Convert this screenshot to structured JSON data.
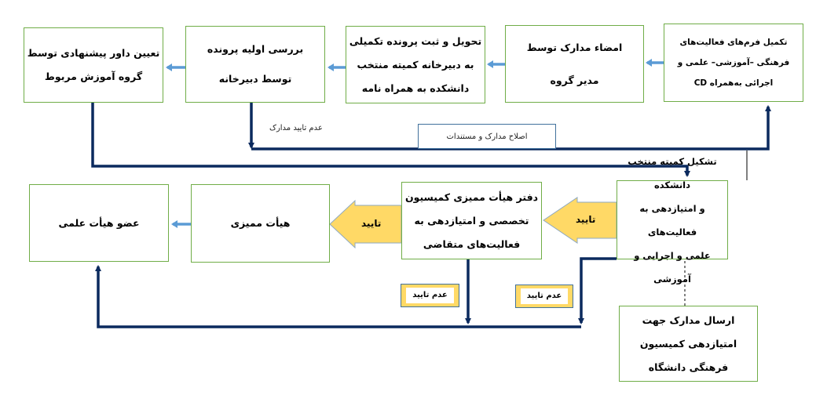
{
  "top_row": [
    {
      "id": "fill-forms",
      "lines": [
        "تکمیل فرم‌های فعالیت‌های",
        "فرهنگی –آموزشی– علمی و",
        "اجرائی به‌همراه CD"
      ]
    },
    {
      "id": "sign-docs",
      "lines": [
        "امضاء مدارک توسط",
        "مدیر گروه"
      ]
    },
    {
      "id": "deliver-register",
      "lines": [
        "تحویل و ثبت پرونده تکمیلی",
        "به دبیرخانه کمیته منتخب",
        "دانشکده به همراه نامه"
      ]
    },
    {
      "id": "initial-review",
      "lines": [
        "بررسی اولیه پرونده",
        "توسط دبیرخانه"
      ]
    },
    {
      "id": "assign-reviewer",
      "lines": [
        "تعیین داور پیشنهادی توسط",
        "گروه آموزش مربوط"
      ]
    }
  ],
  "bottom_row": [
    {
      "id": "form-committee",
      "lines": [
        "تشکیل کمیته منتخب دانشکده",
        "و امتیازدهی به فعالیت‌های",
        "علمی و اجرایی و آموزشی"
      ]
    },
    {
      "id": "audit-office",
      "lines": [
        "دفتر هیأت ممیزی کمیسیون",
        "تخصصی و امتیازدهی به",
        "فعالیت‌های متقاضی"
      ]
    },
    {
      "id": "audit-board",
      "lines": [
        "هیأت ممیزی"
      ]
    },
    {
      "id": "faculty-member",
      "lines": [
        "عضو هیأت علمی"
      ]
    }
  ],
  "send_docs": {
    "lines": [
      "ارسال مدارک جهت",
      "امتیازدهی کمیسیون",
      "فرهنگی دانشگاه"
    ]
  },
  "labels": {
    "docs_not_approved": "عدم تایید مدارک",
    "fix_docs": "اصلاح مدارک و مستندات",
    "approve_1": "تایید",
    "approve_2": "تایید",
    "reject_1": "عدم تایید",
    "reject_2": "عدم تایید"
  },
  "colors": {
    "box_border": "#70ad47",
    "flow_line": "#0b2a5e",
    "small_arrow": "#5b9bd5",
    "yellow": "#ffd966"
  }
}
